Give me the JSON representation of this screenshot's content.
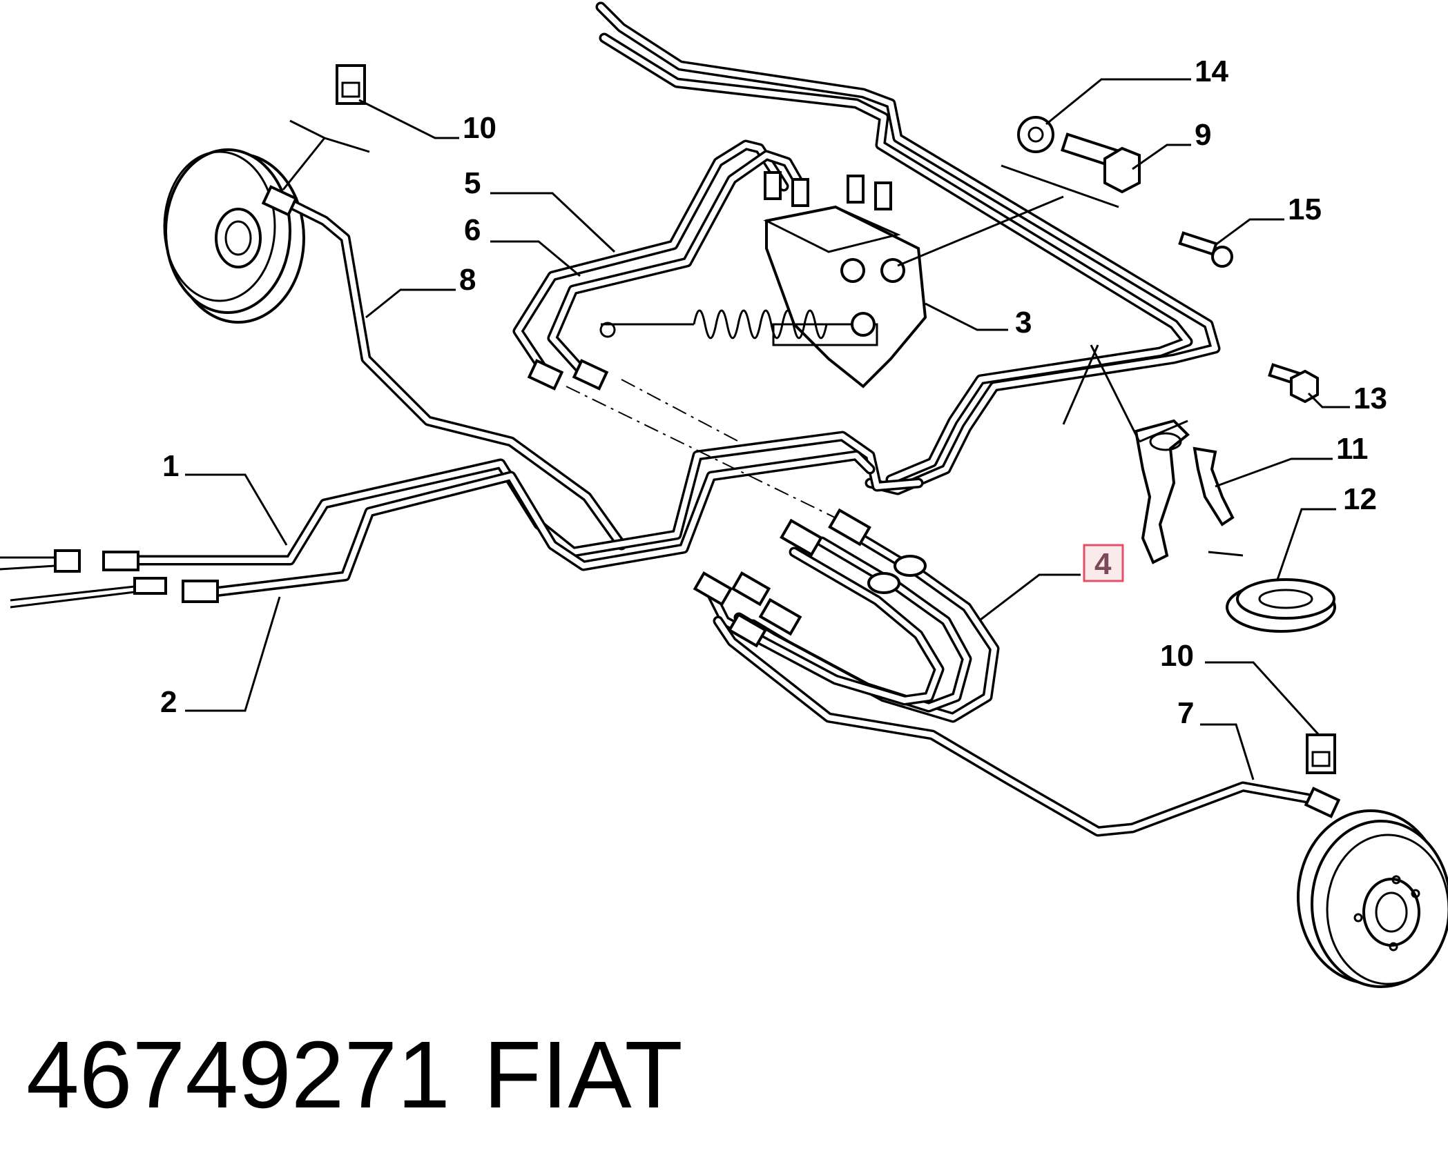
{
  "diagram": {
    "callouts": {
      "c1": "1",
      "c2": "2",
      "c3": "3",
      "c4": "4",
      "c5": "5",
      "c6": "6",
      "c7": "7",
      "c8": "8",
      "c9": "9",
      "c10a": "10",
      "c10b": "10",
      "c11": "11",
      "c12": "12",
      "c13": "13",
      "c14": "14",
      "c15": "15"
    },
    "highlighted_callout": "4",
    "part_number": "46749271",
    "brand": "FIAT"
  }
}
